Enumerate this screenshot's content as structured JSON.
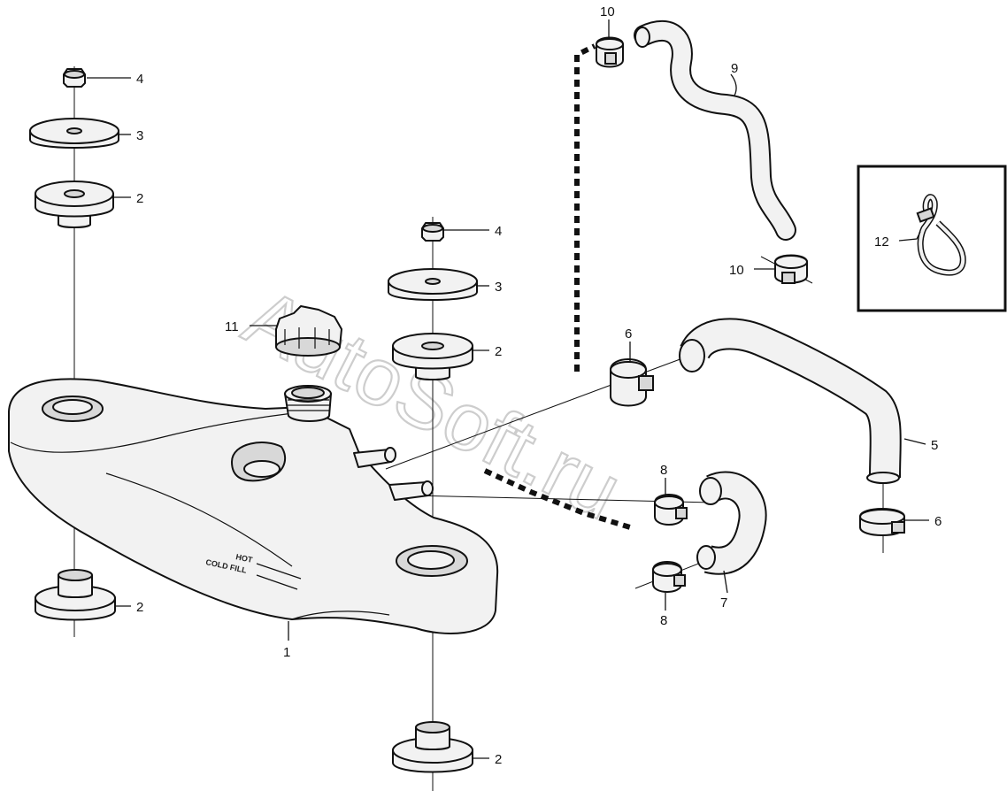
{
  "watermark": "AutoSoft.ru",
  "tank_labels": {
    "hot": "HOT",
    "cold_fill": "COLD FILL"
  },
  "callouts": [
    {
      "id": "c1",
      "text": "1",
      "part": "expansion tank"
    },
    {
      "id": "c2a",
      "text": "2",
      "part": "rubber bushing"
    },
    {
      "id": "c2b",
      "text": "2",
      "part": "rubber bushing"
    },
    {
      "id": "c2c",
      "text": "2",
      "part": "rubber bushing"
    },
    {
      "id": "c2d",
      "text": "2",
      "part": "rubber bushing"
    },
    {
      "id": "c3a",
      "text": "3",
      "part": "washer"
    },
    {
      "id": "c3b",
      "text": "3",
      "part": "washer"
    },
    {
      "id": "c4a",
      "text": "4",
      "part": "nut"
    },
    {
      "id": "c4b",
      "text": "4",
      "part": "nut"
    },
    {
      "id": "c5",
      "text": "5",
      "part": "hose"
    },
    {
      "id": "c6a",
      "text": "6",
      "part": "hose clamp"
    },
    {
      "id": "c6b",
      "text": "6",
      "part": "hose clamp"
    },
    {
      "id": "c7",
      "text": "7",
      "part": "hose"
    },
    {
      "id": "c8a",
      "text": "8",
      "part": "hose clamp"
    },
    {
      "id": "c8b",
      "text": "8",
      "part": "hose clamp"
    },
    {
      "id": "c9",
      "text": "9",
      "part": "vent hose"
    },
    {
      "id": "c10a",
      "text": "10",
      "part": "hose clamp"
    },
    {
      "id": "c10b",
      "text": "10",
      "part": "hose clamp"
    },
    {
      "id": "c11",
      "text": "11",
      "part": "filler cap"
    },
    {
      "id": "c12",
      "text": "12",
      "part": "cable tie"
    }
  ]
}
